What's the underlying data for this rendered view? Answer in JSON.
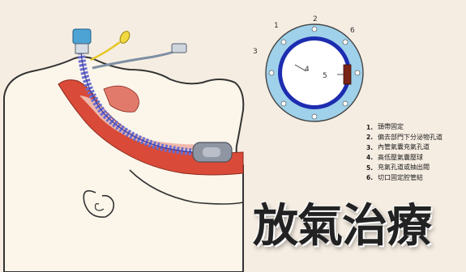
{
  "title": "放氣治療",
  "diagram_numbers": [
    "1",
    "2",
    "3",
    "4",
    "5",
    "6"
  ],
  "legend": [
    {
      "num": "1.",
      "text": "頭帶固定"
    },
    {
      "num": "2.",
      "text": "偏去部門下分泌物孔道"
    },
    {
      "num": "3.",
      "text": "內管氣囊充氣孔道"
    },
    {
      "num": "4.",
      "text": "高低壓氣囊壓球"
    },
    {
      "num": "5.",
      "text": "充氣孔道或抽出閥"
    },
    {
      "num": "6.",
      "text": "切口固定腔管結"
    }
  ],
  "colors": {
    "background": "#f6ede2",
    "face_fill": "#fbf5ea",
    "airway_red": "#d94a38",
    "airway_pink": "#f0b8aa",
    "tube_blue": "#6a6ed0",
    "ring_outer": "#9fd1ea",
    "ring_inner": "#1d2db0",
    "cuff_gray": "#8f96a3"
  }
}
